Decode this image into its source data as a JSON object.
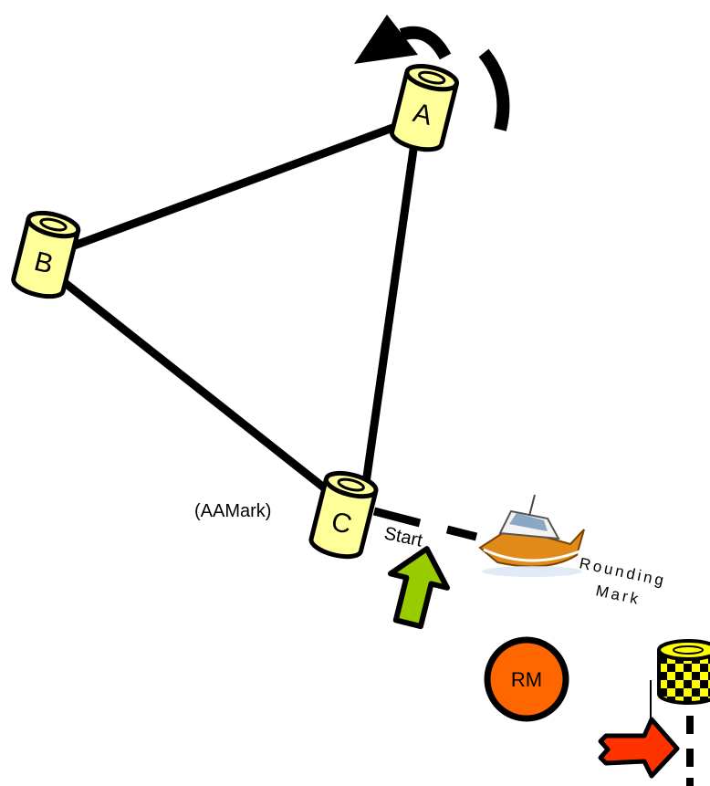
{
  "marks": {
    "a": "A",
    "b": "B",
    "c": "C",
    "c_note": "(AAMark)",
    "rm": "RM"
  },
  "labels": {
    "start": "Start",
    "rounding_line1": "Rounding",
    "rounding_line2": "Mark"
  },
  "colors": {
    "buoy_fill": "#ffff99",
    "course_line": "#000000",
    "start_arrow": "#99cc00",
    "rm_circle": "#ff6600",
    "finish_arrow": "#ff3300",
    "checker_yellow": "#ffff00",
    "boat_hull": "#e08a1a"
  },
  "icons": [
    "direction-arrow-icon",
    "start-arrow-icon",
    "boat-icon",
    "checkered-buoy-icon",
    "finish-arrow-icon"
  ]
}
